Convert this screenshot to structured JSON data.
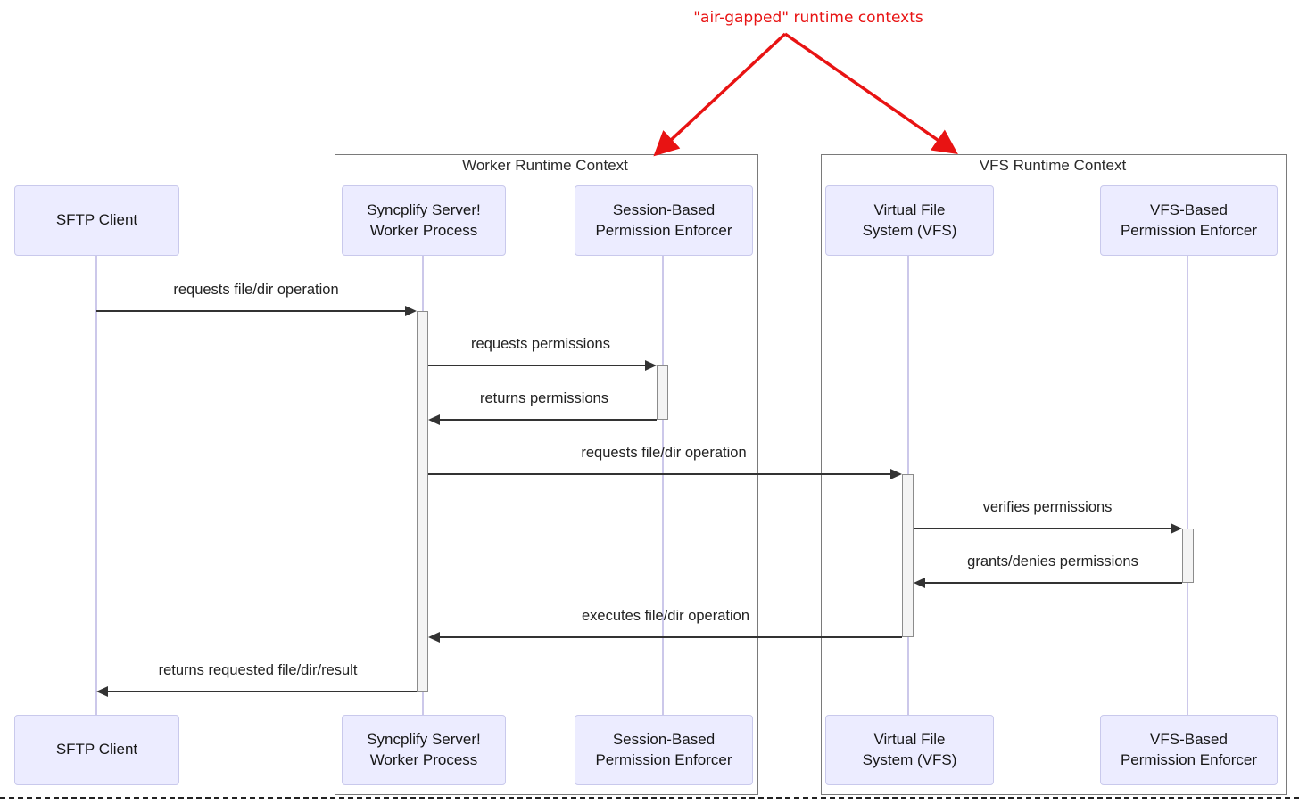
{
  "annotation": {
    "label": "\"air-gapped\" runtime contexts",
    "color": "#e81313"
  },
  "contexts": [
    {
      "label": "Worker Runtime Context"
    },
    {
      "label": "VFS Runtime Context"
    }
  ],
  "actors": [
    {
      "label": "SFTP Client"
    },
    {
      "label": "Syncplify Server!\nWorker Process"
    },
    {
      "label": "Session-Based\nPermission Enforcer"
    },
    {
      "label": "Virtual File\nSystem (VFS)"
    },
    {
      "label": "VFS-Based\nPermission Enforcer"
    }
  ],
  "messages": [
    {
      "label": "requests file/dir operation",
      "from": "SFTP Client",
      "to": "Syncplify Server! Worker Process",
      "direction": "right"
    },
    {
      "label": "requests permissions",
      "from": "Syncplify Server! Worker Process",
      "to": "Session-Based Permission Enforcer",
      "direction": "right"
    },
    {
      "label": "returns permissions",
      "from": "Session-Based Permission Enforcer",
      "to": "Syncplify Server! Worker Process",
      "direction": "left"
    },
    {
      "label": "requests file/dir operation",
      "from": "Syncplify Server! Worker Process",
      "to": "Virtual File System (VFS)",
      "direction": "right"
    },
    {
      "label": "verifies permissions",
      "from": "Virtual File System (VFS)",
      "to": "VFS-Based Permission Enforcer",
      "direction": "right"
    },
    {
      "label": "grants/denies permissions",
      "from": "VFS-Based Permission Enforcer",
      "to": "Virtual File System (VFS)",
      "direction": "left"
    },
    {
      "label": "executes file/dir operation",
      "from": "Virtual File System (VFS)",
      "to": "Syncplify Server! Worker Process",
      "direction": "left"
    },
    {
      "label": "returns requested file/dir/result",
      "from": "Syncplify Server! Worker Process",
      "to": "SFTP Client",
      "direction": "left"
    }
  ],
  "colors": {
    "actor_fill": "#ECECFF",
    "actor_border": "#C9C9EC",
    "lifeline": "#CCC8EA",
    "activation_fill": "#F4F4F4",
    "activation_border": "#8C8C8C",
    "frame_border": "#7A7A7A",
    "message_line": "#333333",
    "annotation_red": "#E81313"
  }
}
